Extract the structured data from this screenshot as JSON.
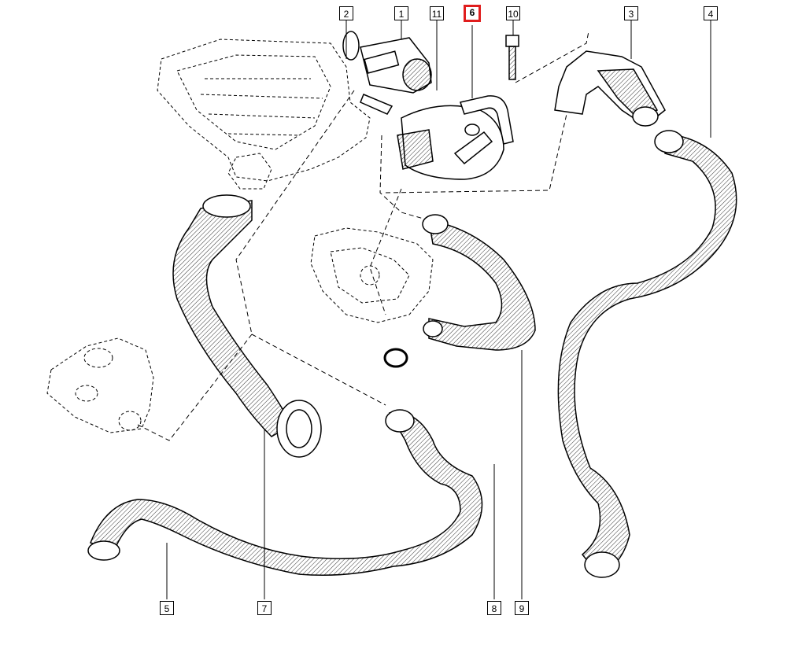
{
  "callouts": {
    "c1": "1",
    "c2": "2",
    "c3": "3",
    "c4": "4",
    "c5": "5",
    "c6": "6",
    "c7": "7",
    "c8": "8",
    "c9": "9",
    "c10": "10",
    "c11": "11"
  },
  "highlight_color": "#e01d1d",
  "line_color": "#000000"
}
